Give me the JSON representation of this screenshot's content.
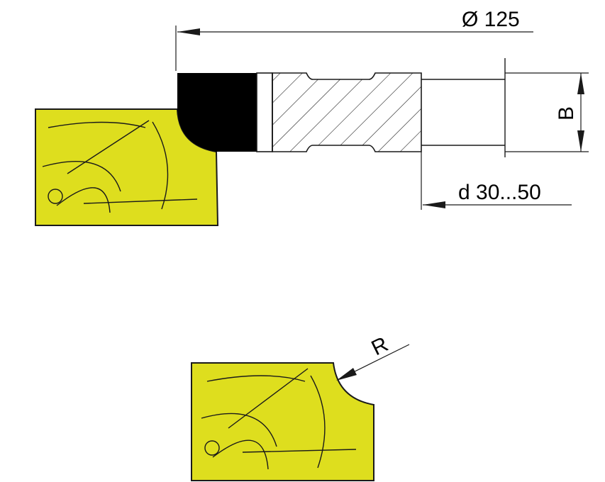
{
  "labels": {
    "diameter": "Ø 125",
    "width": "B",
    "bore": "d 30...50",
    "radius": "R"
  },
  "colors": {
    "workpiece": "#dede1e",
    "cutter": "#000000",
    "line": "#1a1a1a"
  }
}
